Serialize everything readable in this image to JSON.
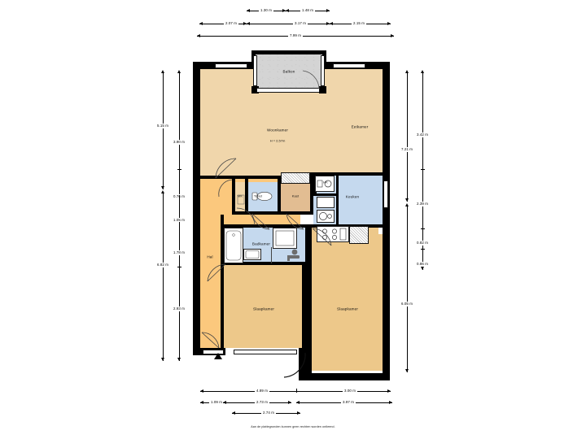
{
  "document": {
    "type": "floor-plan",
    "language": "nl",
    "disclaimer": "Aan de plattegronden kunnen geen rechten worden ontleend.",
    "background_color": "#3f5345",
    "sheet_color": "#ffffff"
  },
  "colors": {
    "wall": "#000000",
    "living_floor": "#f0d6ab",
    "bedroom_floor": "#edc88a",
    "hall_floor": "#fbc87d",
    "wet_floor": "#c5d9ee",
    "balcony_floor": "#d4d4d4",
    "storage_floor": "#e2bd92",
    "dimension_line": "#000000",
    "label_text": "#111111"
  },
  "rooms": [
    {
      "id": "balkon",
      "label": "Balkon",
      "sub": ""
    },
    {
      "id": "woonkamer",
      "label": "Woonkamer",
      "sub": "H = 2,57m"
    },
    {
      "id": "eetkamer",
      "label": "Eetkamer",
      "sub": ""
    },
    {
      "id": "mk",
      "label": "MK",
      "sub": ""
    },
    {
      "id": "toilet",
      "label": "Toilet",
      "sub": ""
    },
    {
      "id": "kast",
      "label": "Kast",
      "sub": ""
    },
    {
      "id": "hk",
      "label": "HK",
      "sub": ""
    },
    {
      "id": "keuken",
      "label": "Keuken",
      "sub": ""
    },
    {
      "id": "hal",
      "label": "Hal",
      "sub": ""
    },
    {
      "id": "badkamer",
      "label": "Badkamer",
      "sub": ""
    },
    {
      "id": "slaapkamer1",
      "label": "Slaapkamer",
      "sub": ""
    },
    {
      "id": "slaapkamer2",
      "label": "Slaapkamer",
      "sub": ""
    }
  ],
  "dimensions": {
    "top": {
      "row1": [
        "1.30 m",
        "1.48 m"
      ],
      "row2": [
        "2.07 m",
        "3.17 m",
        "2.15 m"
      ],
      "row3": [
        "7.99 m"
      ]
    },
    "left": {
      "outer": [
        "5.15 m",
        "6.82 m"
      ],
      "inner": [
        "3.90 m",
        "0.76 m",
        "1.05 m",
        "1.78 m",
        "2.93 m"
      ]
    },
    "right": {
      "inner": [
        "3.42 m",
        "2.39 m",
        "0.82 m",
        "0.86 m"
      ],
      "outer": [
        "7.21 m",
        "6.05 m"
      ]
    },
    "bottom": {
      "row1": [
        "4.89 m",
        "3.00 m"
      ],
      "row2": [
        "1.09 m",
        "2.73 m",
        "3.97 m"
      ],
      "row3": [
        "2.74 m"
      ]
    }
  }
}
